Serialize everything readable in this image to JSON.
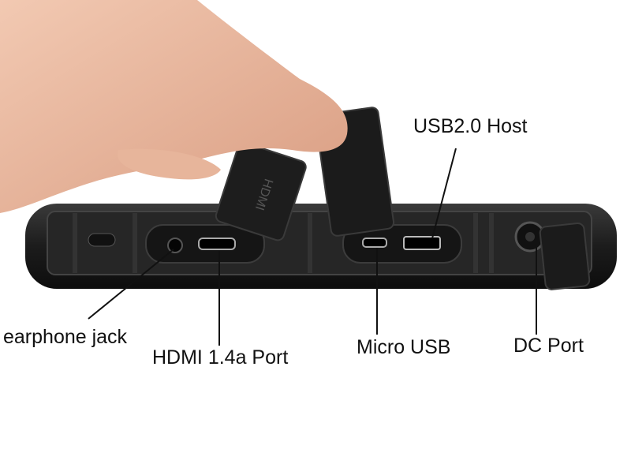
{
  "labels": {
    "usb_host": "USB2.0 Host",
    "earphone": "earphone jack",
    "hdmi": "HDMI 1.4a Port",
    "micro_usb": "Micro USB",
    "dc_port": "DC Port"
  },
  "photo": {
    "cap_text": "HDMI"
  },
  "colors": {
    "device": "#1e1e1e",
    "skin": "#eab9a0",
    "leader_line": "#111111"
  }
}
